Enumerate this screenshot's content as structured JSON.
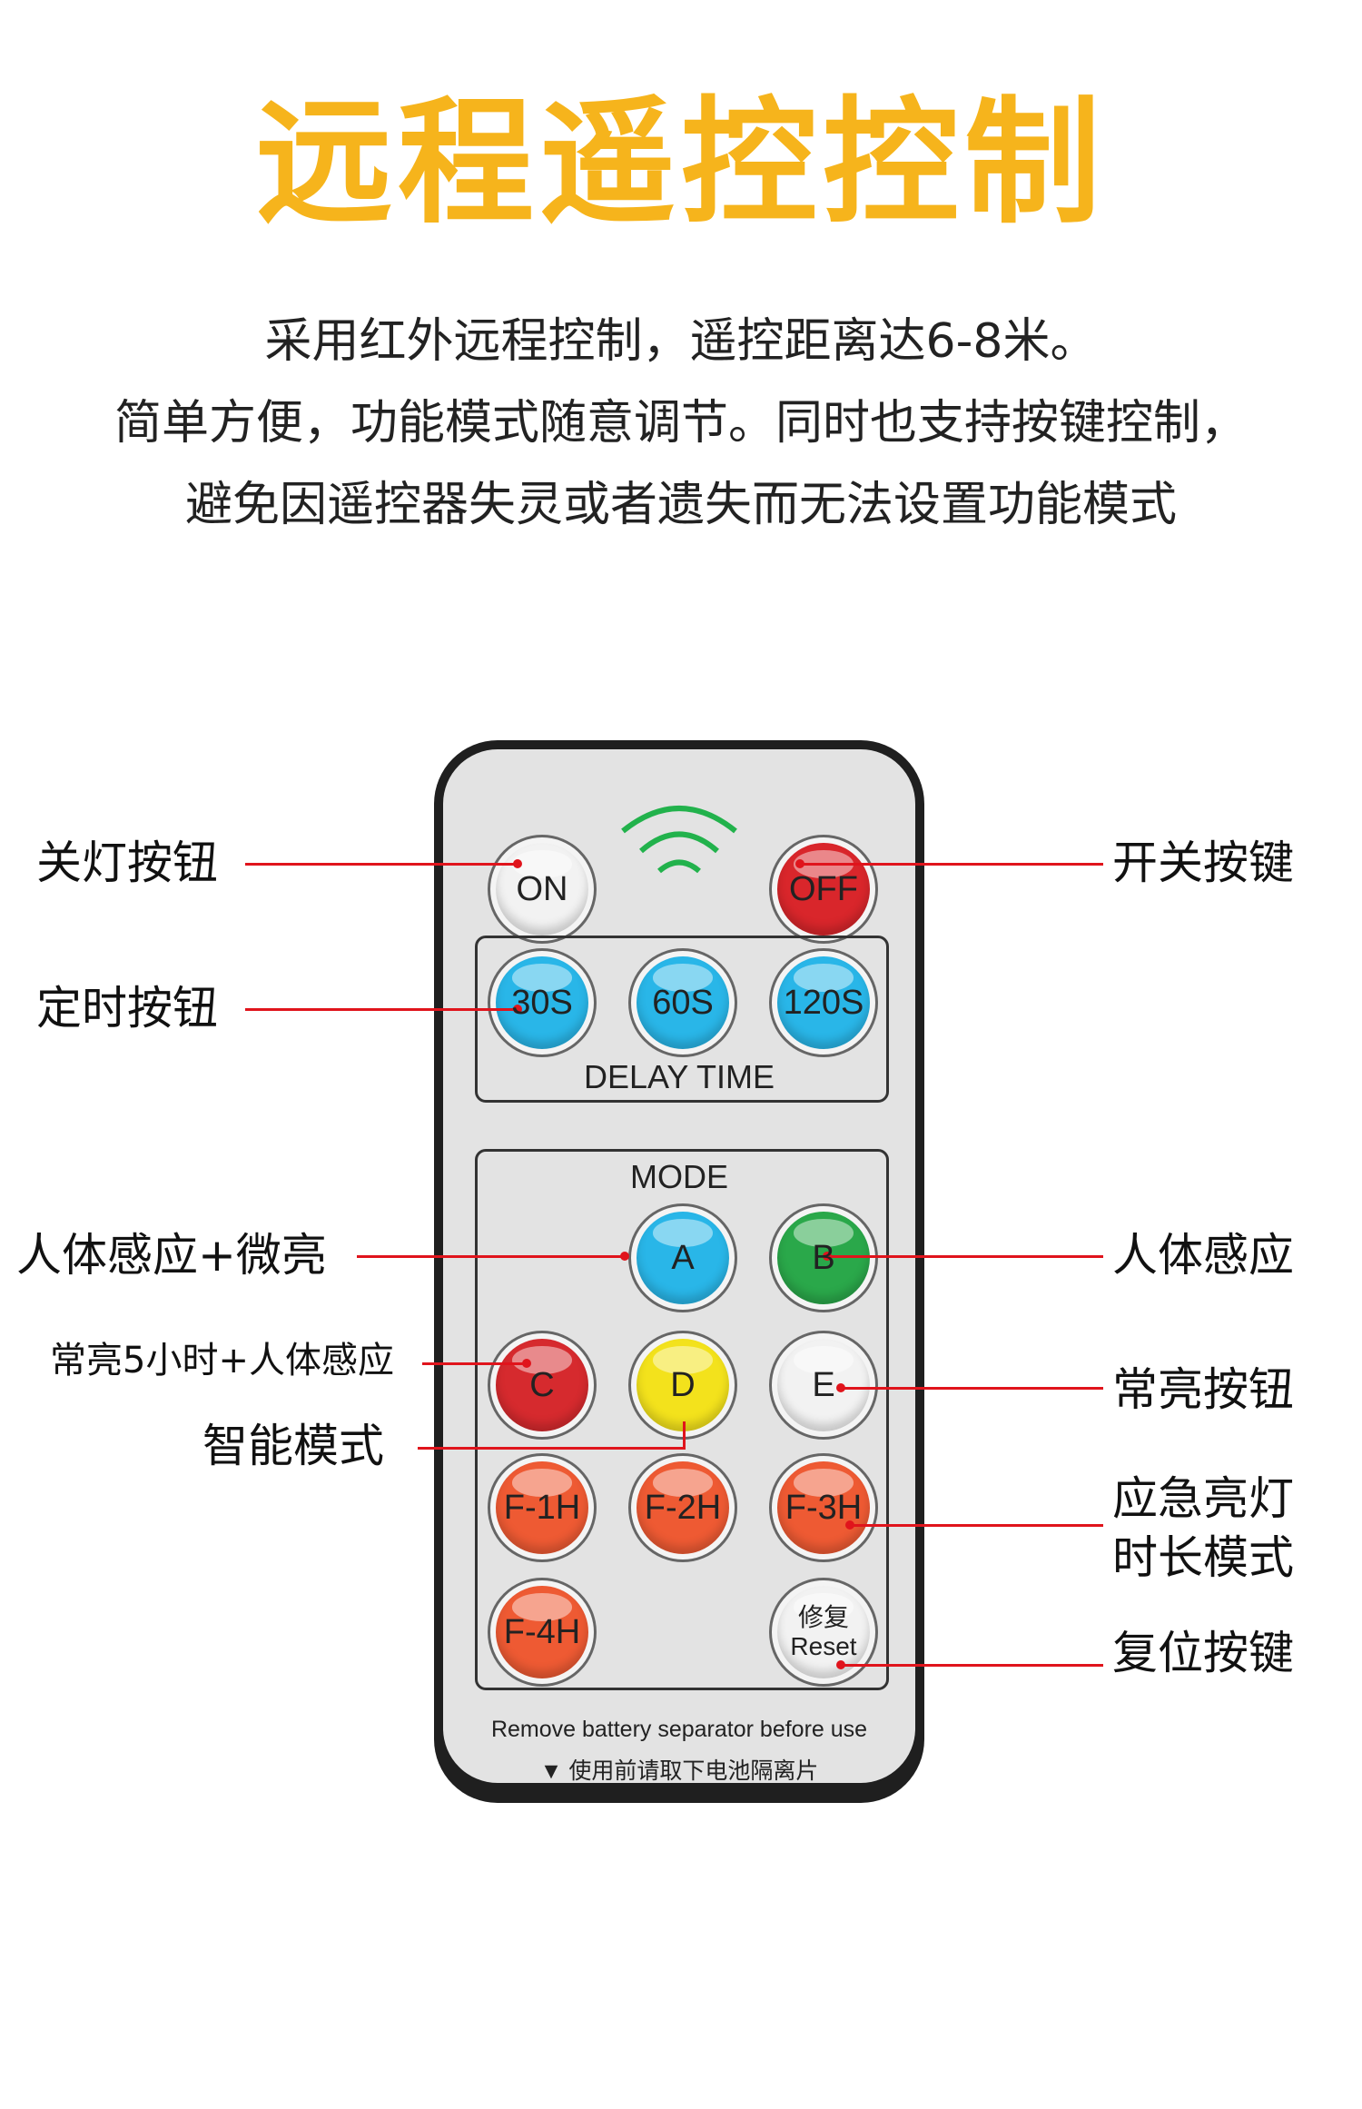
{
  "title": "远程遥控控制",
  "description": [
    "采用红外远程控制，遥控距离达6-8米。",
    "简单方便，功能模式随意调节。同时也支持按键控制，",
    "避免因遥控器失灵或者遗失而无法设置功能模式"
  ],
  "remote": {
    "power_buttons": [
      {
        "label": "ON",
        "color": "#f2f2f2"
      },
      {
        "label": "OFF",
        "color": "#d9262b"
      }
    ],
    "delay_label": "DELAY TIME",
    "delay_buttons": [
      {
        "label": "30S",
        "color": "#29b6e8"
      },
      {
        "label": "60S",
        "color": "#29b6e8"
      },
      {
        "label": "120S",
        "color": "#29b6e8"
      }
    ],
    "mode_label": "MODE",
    "mode_buttons": [
      {
        "label": "A",
        "color": "#29b6e8"
      },
      {
        "label": "B",
        "color": "#2aa84a"
      },
      {
        "label": "C",
        "color": "#d62a2e"
      },
      {
        "label": "D",
        "color": "#f3e21c"
      },
      {
        "label": "E",
        "color": "#f2f2f2"
      },
      {
        "label": "F-1H",
        "color": "#ee5a33"
      },
      {
        "label": "F-2H",
        "color": "#ee5a33"
      },
      {
        "label": "F-3H",
        "color": "#ee5a33"
      },
      {
        "label": "F-4H",
        "color": "#ee5a33"
      }
    ],
    "reset_button": {
      "label_cn": "修复",
      "label_en": "Reset",
      "color": "#f2f2f2"
    },
    "footer_en": "Remove battery separator before use",
    "footer_cn": "▼ 使用前请取下电池隔离片"
  },
  "callouts": {
    "on_button": "关灯按钮",
    "off_button": "开关按键",
    "delay_buttons": "定时按钮",
    "mode_a": "人体感应+微亮",
    "mode_b": "人体感应",
    "mode_c": "常亮5小时+人体感应",
    "mode_d": "智能模式",
    "mode_e": "常亮按钮",
    "emergency_line1": "应急亮灯",
    "emergency_line2": "时长模式",
    "reset": "复位按键"
  },
  "colors": {
    "title": "#f6b41c",
    "callout_line": "#e0141c",
    "signal": "#22b24c"
  }
}
